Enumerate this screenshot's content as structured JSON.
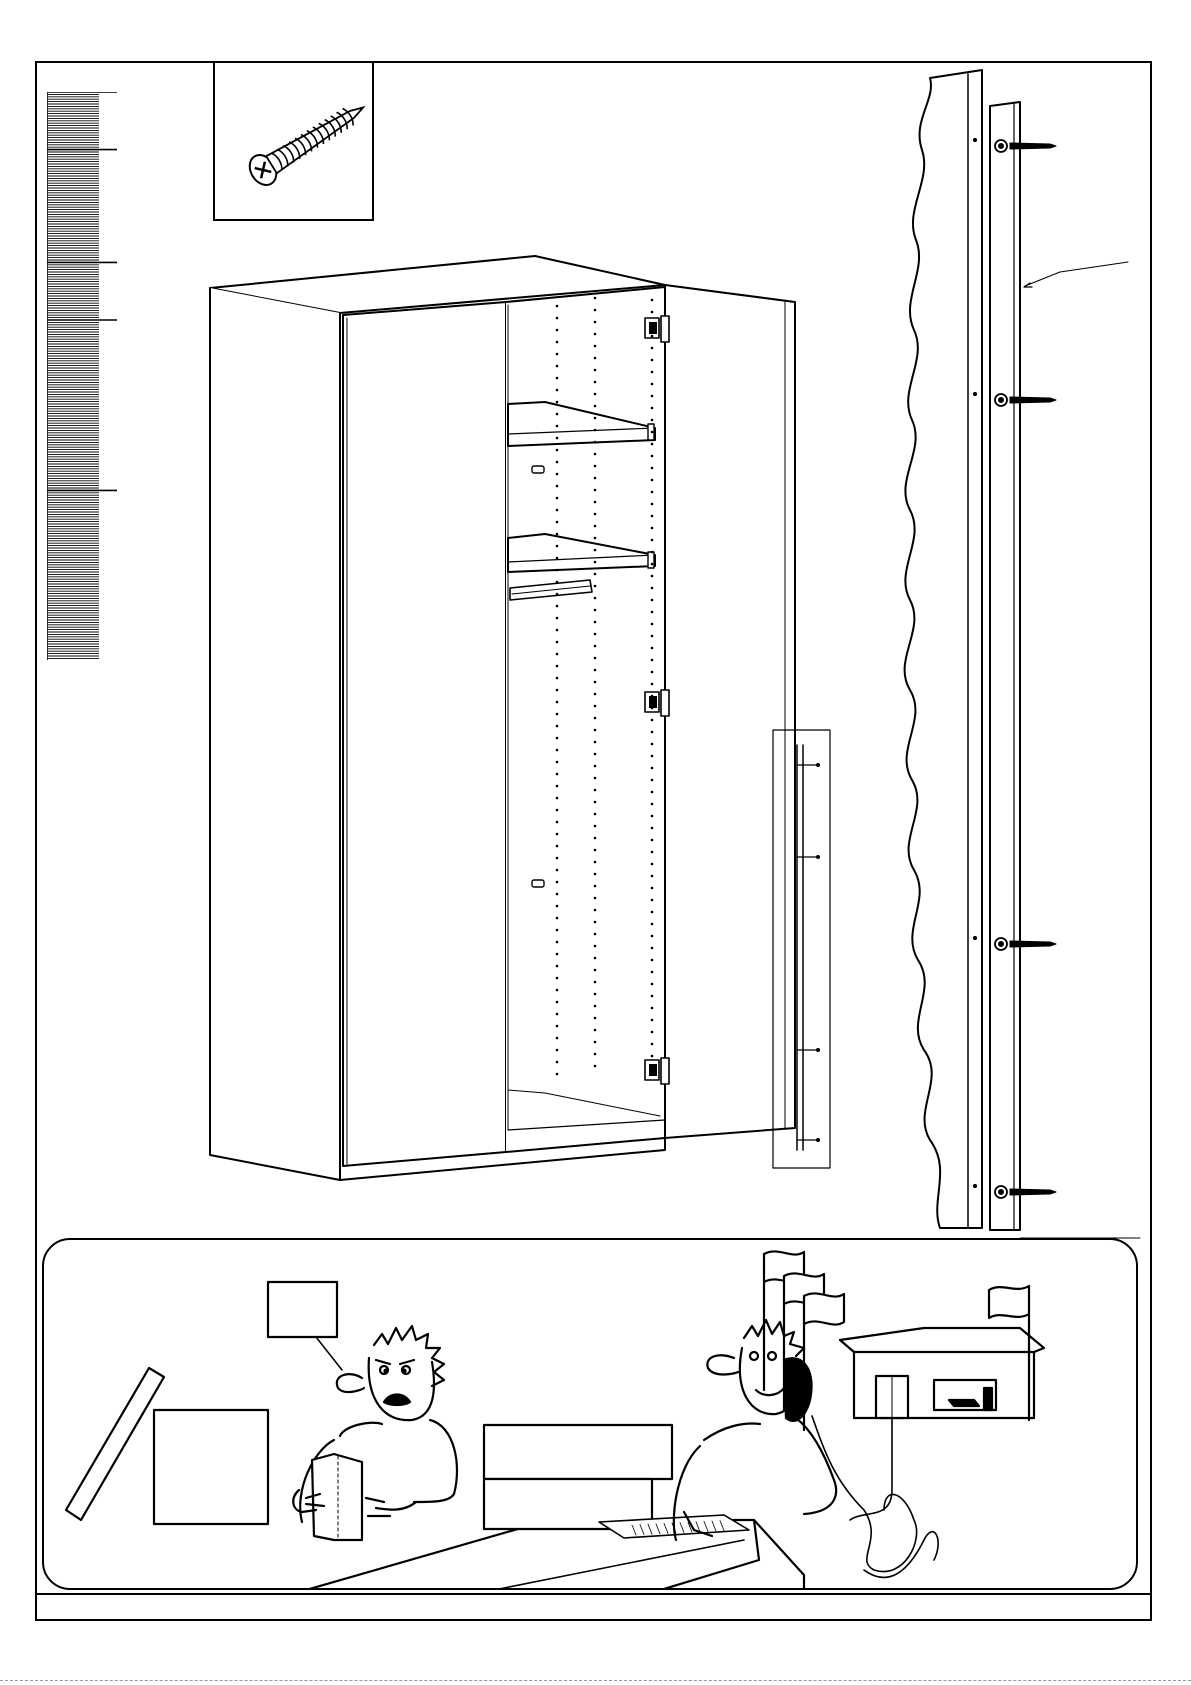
{
  "document": {
    "type": "assembly-instruction-page",
    "parts": [
      {
        "icon": "wood-screw-icon",
        "quantity": ""
      }
    ],
    "steps": [
      {
        "illustration": "wardrobe-with-open-door"
      },
      {
        "illustration": "door-edge-strip-screwed"
      }
    ],
    "help_panel": {
      "illustrations": [
        "confused-person-reading-instructions-icon",
        "person-calling-store-on-phone-icon"
      ]
    }
  }
}
